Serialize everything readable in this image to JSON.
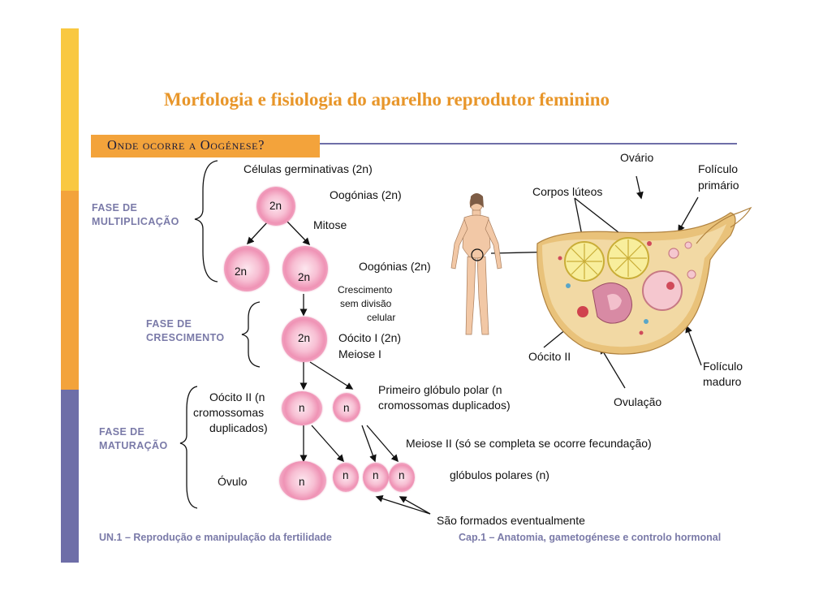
{
  "slide": {
    "title": "Morfologia e fisiologia do aparelho reprodutor feminino",
    "section_banner": "Onde ocorre a Oogénese?",
    "accent_color": "#f3a33b",
    "sidebar_colors": [
      "#f9c840",
      "#f3a33b",
      "#6e6ea8"
    ],
    "footer_left": "UN.1 – Reprodução e manipulação da fertilidade",
    "footer_right": "Cap.1 – Anatomia, gametogénese e controlo hormonal"
  },
  "phases": {
    "multiplicacao": [
      "FASE DE",
      "MULTIPLICAÇÃO"
    ],
    "crescimento": [
      "FASE DE",
      "CRESCIMENTO"
    ],
    "maturacao": [
      "FASE DE",
      "MATURAÇÃO"
    ]
  },
  "cells": {
    "top": "2n",
    "mid_left": "2n",
    "mid_right": "2n",
    "oocyte_i": "2n",
    "oocyte_ii": "n",
    "first_polar": "n",
    "ovum": "n",
    "polar_1": "n",
    "polar_2": "n",
    "polar_3": "n"
  },
  "labels": {
    "germinativas": "Células germinativas (2n)",
    "oogonias_1": "Oogónias (2n)",
    "mitose": "Mitose",
    "oogonias_2": "Oogónias (2n)",
    "crescimento": [
      "Crescimento",
      "sem divisão",
      "celular"
    ],
    "oocito_i": "Oócito I (2n)",
    "meiose_i": "Meiose I",
    "primeiro_globulo": [
      "Primeiro glóbulo polar (n",
      "cromossomas duplicados)"
    ],
    "oocito_ii_label": [
      "Oócito II  (n",
      "cromossomas",
      "duplicados)"
    ],
    "meiose_ii": "Meiose II (só se completa se ocorre fecundação)",
    "ovulo": "Óvulo",
    "globulos_polares": "glóbulos polares (n)",
    "formados": "São formados eventualmente"
  },
  "ovary": {
    "ovario": "Ovário",
    "foliculo_primario": [
      "Folículo",
      "primário"
    ],
    "corpos_luteos": "Corpos lúteos",
    "oocito_ii": "Oócito II",
    "ovulacao": "Ovulação",
    "foliculo_maduro": [
      "Folículo",
      "maduro"
    ]
  }
}
